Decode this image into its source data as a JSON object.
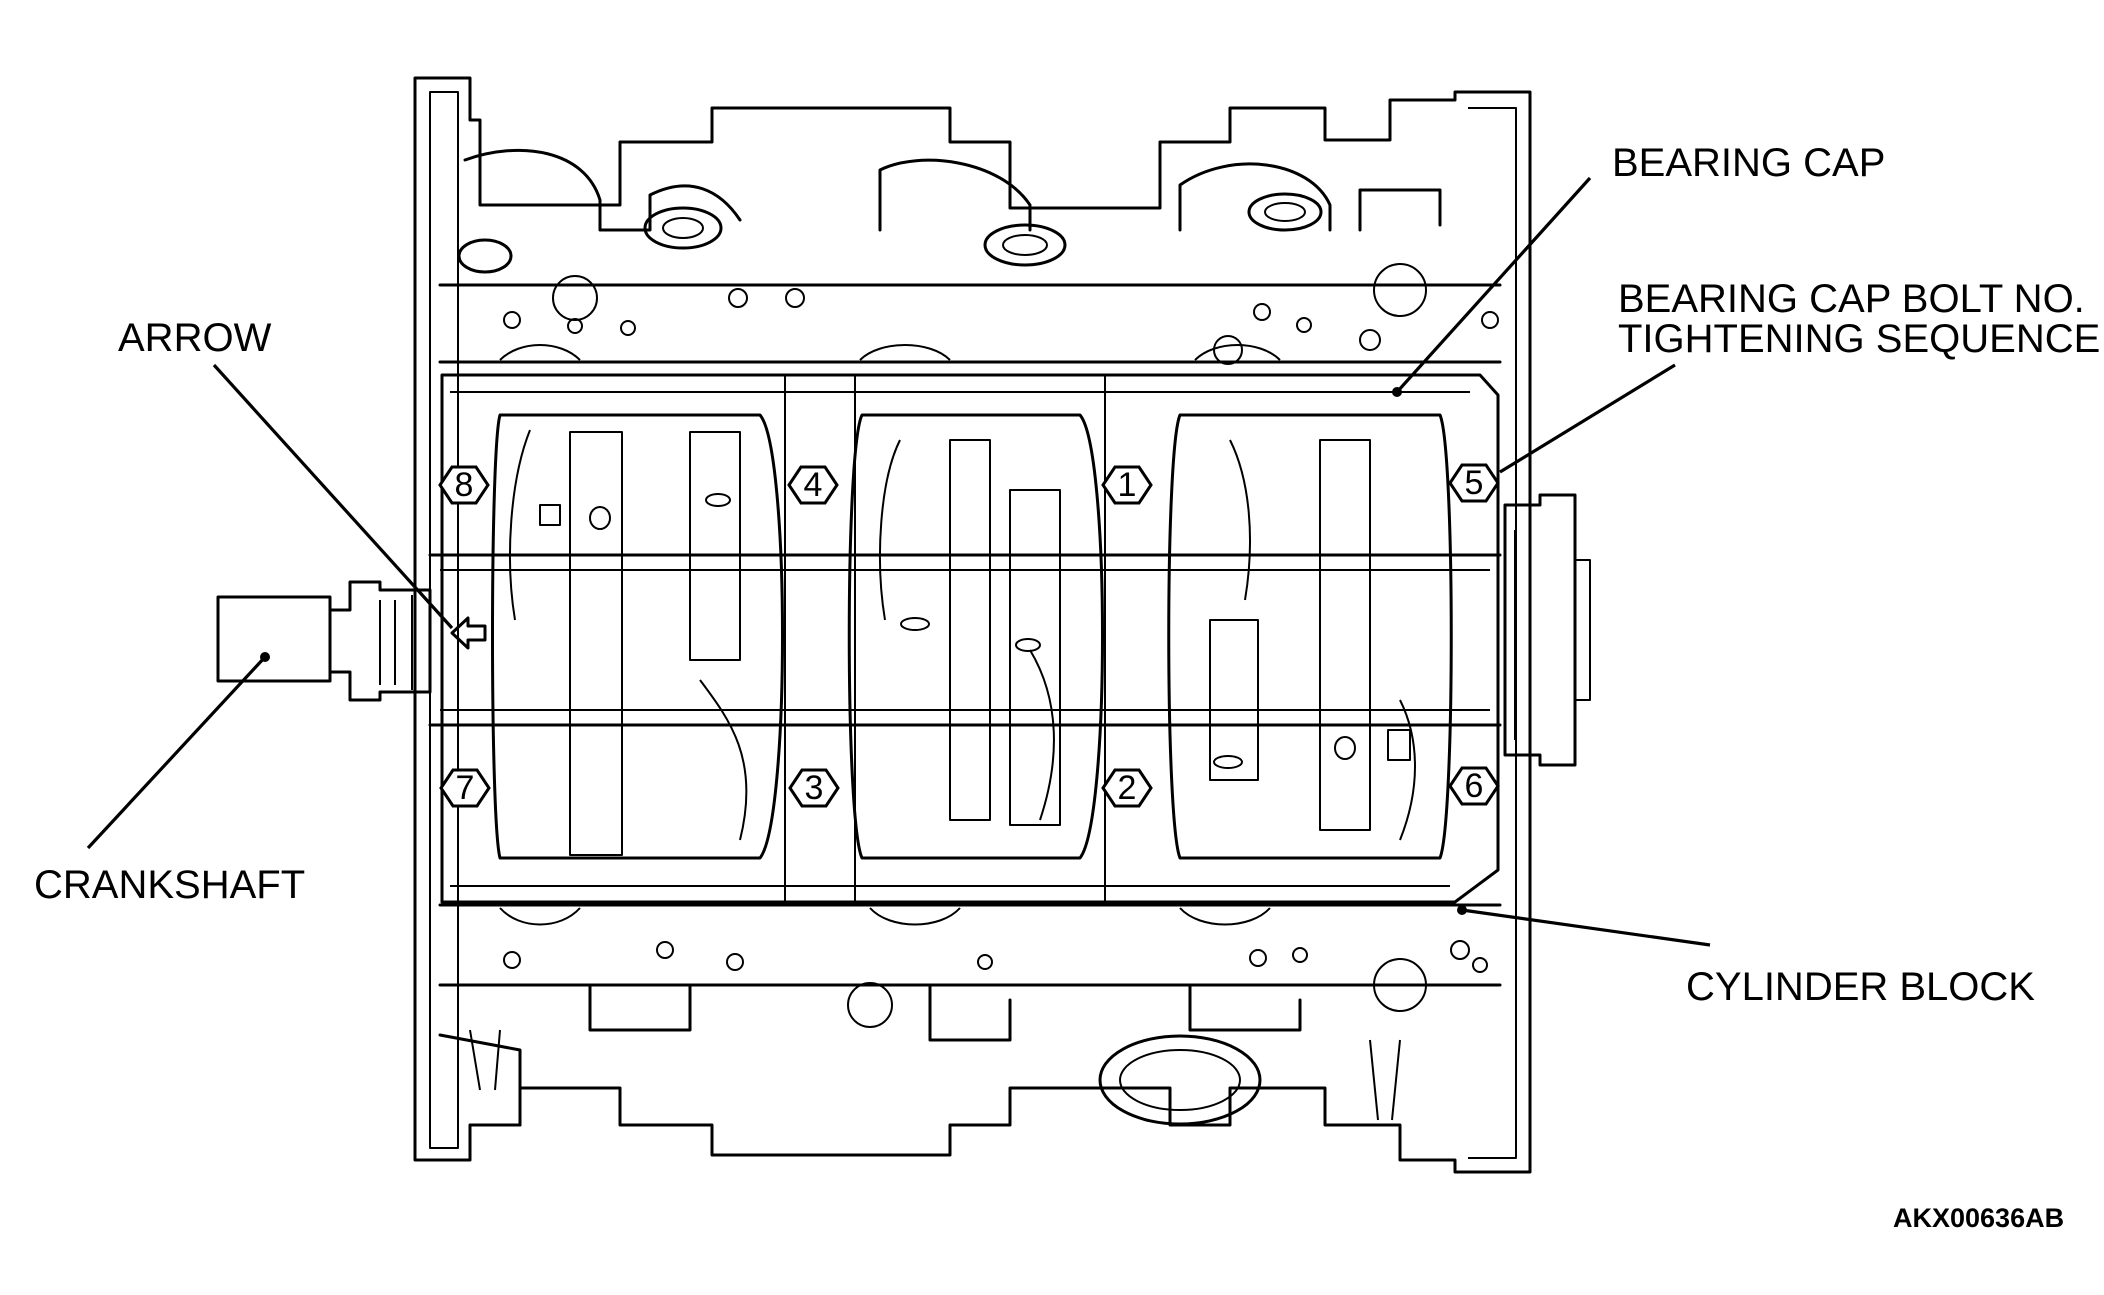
{
  "labels": {
    "bearing_cap": "BEARING CAP",
    "bolt_sequence_line1": "BEARING CAP BOLT NO.",
    "bolt_sequence_line2": "TIGHTENING SEQUENCE",
    "arrow": "ARROW",
    "crankshaft": "CRANKSHAFT",
    "cylinder_block": "CYLINDER BLOCK"
  },
  "figure_code": "AKX00636AB",
  "bolts": {
    "b1": "1",
    "b2": "2",
    "b3": "3",
    "b4": "4",
    "b5": "5",
    "b6": "6",
    "b7": "7",
    "b8": "8"
  }
}
